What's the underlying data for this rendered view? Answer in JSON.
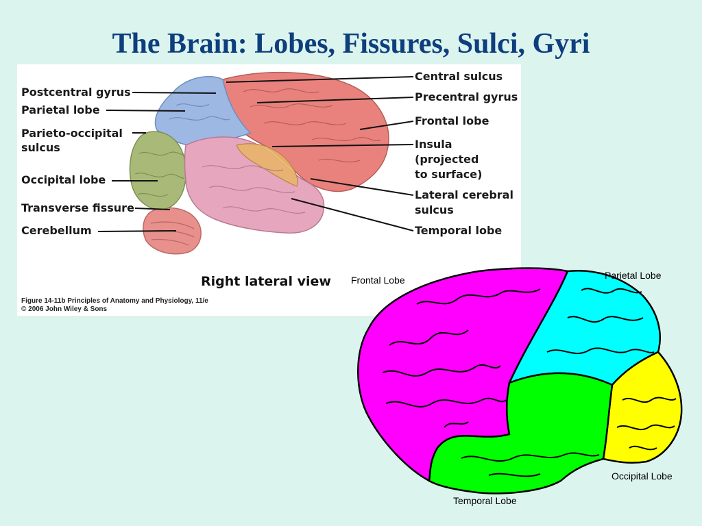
{
  "slide": {
    "title": "The Brain: Lobes, Fissures, Sulci, Gyri"
  },
  "anatomy_figure": {
    "labels_left": {
      "postcentral_gyrus": "Postcentral gyrus",
      "parietal_lobe": "Parietal lobe",
      "parieto_occipital_sulcus_1": "Parieto-occipital",
      "parieto_occipital_sulcus_2": "sulcus",
      "occipital_lobe": "Occipital lobe",
      "transverse_fissure": "Transverse fissure",
      "cerebellum": "Cerebellum"
    },
    "labels_right": {
      "central_sulcus": "Central sulcus",
      "precentral_gyrus": "Precentral gyrus",
      "frontal_lobe": "Frontal lobe",
      "insula_1": "Insula",
      "insula_2": "(projected",
      "insula_3": "to surface)",
      "lateral_cerebral_sulcus_1": "Lateral cerebral",
      "lateral_cerebral_sulcus_2": "sulcus",
      "temporal_lobe": "Temporal lobe"
    },
    "view_title": "Right lateral view",
    "caption_line_1": "Figure 14-11b  Principles of Anatomy and Physiology, 11/e",
    "caption_line_2": "© 2006 John Wiley & Sons"
  },
  "lobe_diagram": {
    "frontal": "Frontal Lobe",
    "parietal": "Parietal Lobe",
    "occipital": "Occipital Lobe",
    "temporal": "Temporal Lobe",
    "colors": {
      "frontal": "#ff00ff",
      "parietal": "#00ffff",
      "occipital": "#ffff00",
      "temporal": "#00ff00"
    }
  }
}
